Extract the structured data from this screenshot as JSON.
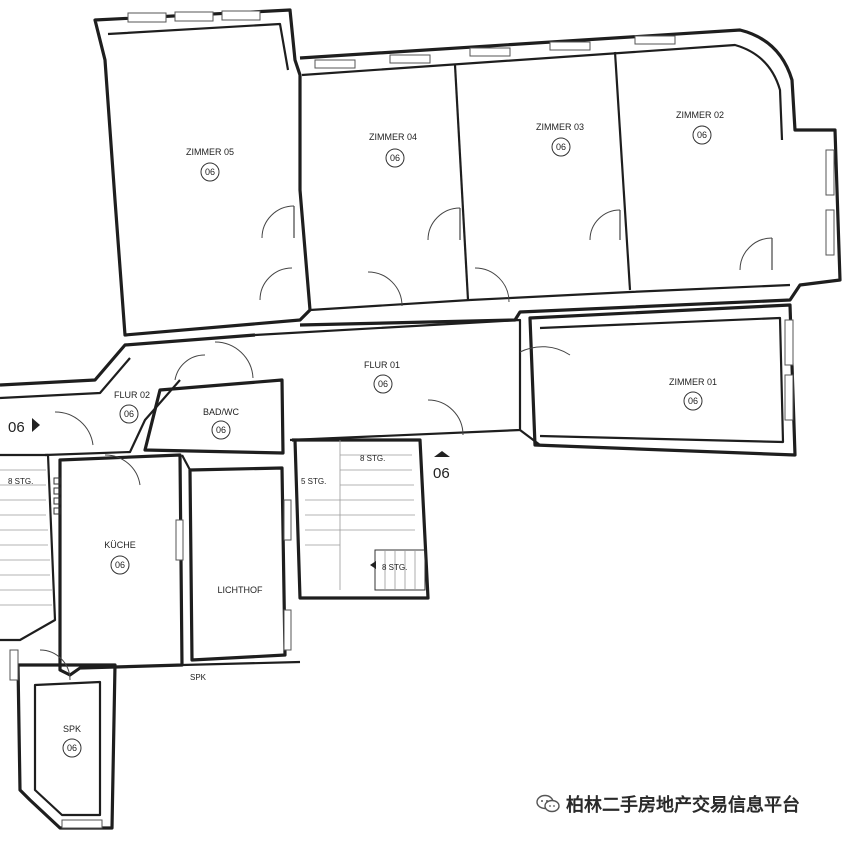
{
  "rooms": [
    {
      "name": "ZIMMER 05",
      "number": "06"
    },
    {
      "name": "ZIMMER 04",
      "number": "06"
    },
    {
      "name": "ZIMMER 03",
      "number": "06"
    },
    {
      "name": "ZIMMER 02",
      "number": "06"
    },
    {
      "name": "ZIMMER 01",
      "number": "06"
    },
    {
      "name": "FLUR 01",
      "number": "06"
    },
    {
      "name": "FLUR 02",
      "number": "06"
    },
    {
      "name": "BAD/WC",
      "number": "06"
    },
    {
      "name": "KÜCHE",
      "number": "06"
    },
    {
      "name": "LICHTHOF",
      "number": ""
    },
    {
      "name": "SPK",
      "number": "06"
    }
  ],
  "labels": {
    "spk_small": "SPK",
    "stg_left": "8 STG.",
    "stg_5": "5 STG.",
    "stg_8_top": "8 STG.",
    "stg_8_bottom": "8 STG.",
    "entry_left": "06",
    "entry_bottom": "06"
  },
  "watermark": {
    "text": "柏林二手房地产交易信息平台",
    "icon": "wechat-icon"
  }
}
